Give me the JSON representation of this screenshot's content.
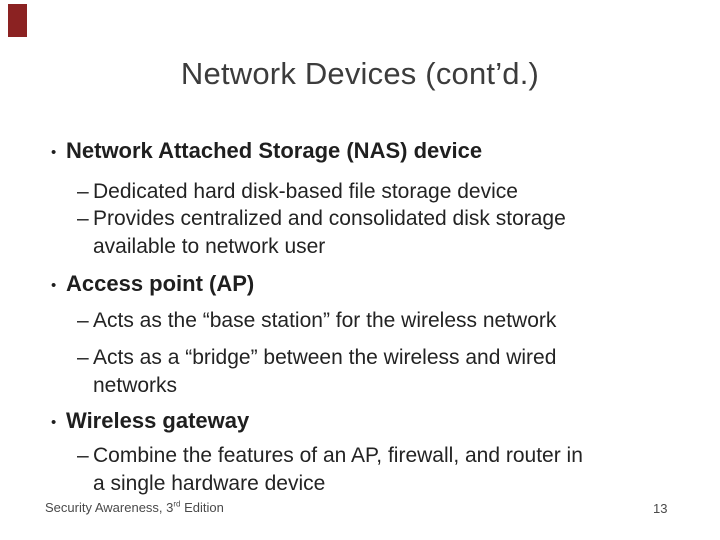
{
  "slide": {
    "decor": {
      "corner_square_color": "#8b2222"
    },
    "title": "Network Devices (cont’d.)",
    "markers": {
      "level1": "•",
      "level2": "–"
    },
    "bullets": [
      {
        "label": "Network Attached Storage (NAS) device",
        "subs": [
          {
            "lines": [
              "Dedicated hard disk-based file storage device"
            ]
          },
          {
            "lines": [
              "Provides centralized and consolidated disk storage",
              "available to network user"
            ]
          }
        ]
      },
      {
        "label": "Access point (AP)",
        "subs": [
          {
            "lines": [
              "Acts as the “base station” for the wireless network"
            ]
          },
          {
            "lines": [
              "Acts as a “bridge” between the wireless and wired",
              "networks"
            ]
          }
        ]
      },
      {
        "label": "Wireless gateway",
        "subs": [
          {
            "lines": [
              "Combine the features of an AP, firewall, and router in",
              "a single hardware device"
            ]
          }
        ]
      }
    ],
    "footer": {
      "text_prefix": "Security Awareness, 3",
      "superscript": "rd",
      "text_suffix": " Edition",
      "page_number": "13"
    }
  }
}
